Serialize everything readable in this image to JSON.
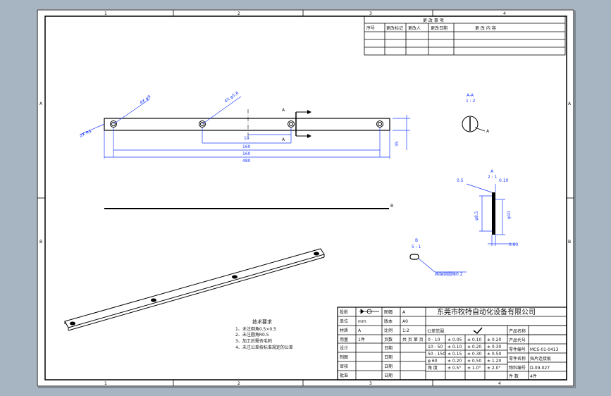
{
  "border": {
    "top_zones": [
      "1",
      "2",
      "3",
      "4"
    ],
    "bottom_zones": [
      "1",
      "2",
      "3",
      "4"
    ],
    "left_zones": [
      "A",
      "B"
    ],
    "right_zones": [
      "A",
      "B"
    ]
  },
  "revision_table": {
    "title": "更 改 事 项",
    "headers": [
      "序号",
      "更改标记",
      "更改人",
      "更改日期",
      "更 改 内 容"
    ]
  },
  "views": {
    "section_label": "A",
    "dims": {
      "d_hole1": "4X φ9",
      "d_hole2": "4X φ5.6",
      "d_edge": "2X R4",
      "d_10": "10",
      "d_160a": "160",
      "d_160b": "160",
      "d_480": "480",
      "d_h": "35",
      "d_0_5": "0.5",
      "d_0_10": "0.10",
      "d_0_60": "0.60",
      "d_dia": "φ8.5",
      "d_phi": "φ10"
    },
    "section_a": {
      "label": "A-A",
      "scale": "1 : 2",
      "leader": "A"
    },
    "detail_a": {
      "label": "A",
      "scale": "2 : 1"
    },
    "detail_b": {
      "label": "B",
      "scale": "5 : 1",
      "note": "两端倒圆角0.2"
    },
    "section_b_marker": "B"
  },
  "tech_req": {
    "title": "技术要求",
    "items": [
      "1、未注倒角0.5×0.5",
      "2、未注圆角R0.5",
      "3、加工后需去毛刺",
      "4、未注公差按标准规定的公差"
    ]
  },
  "title_block": {
    "company": "东莞市牧特自动化设备有限公司",
    "rows": [
      [
        "投影",
        "",
        "图幅",
        "A"
      ],
      [
        "单位",
        "mm",
        "版本",
        "A0"
      ],
      [
        "材质",
        "A",
        "比例",
        "1:2"
      ],
      [
        "用量",
        "1件",
        "页数",
        "共 页 第 页"
      ],
      [
        "设计",
        "",
        "日期",
        ""
      ],
      [
        "制图",
        "",
        "日期",
        ""
      ],
      [
        "审核",
        "",
        "日期",
        ""
      ],
      [
        "批准",
        "",
        "日期",
        ""
      ]
    ],
    "tolerance_header": "公差范围",
    "tolerance": [
      [
        "0 - 10",
        "± 0.05",
        "± 0.10",
        "± 0.20"
      ],
      [
        "10 - 50",
        "± 0.10",
        "± 0.20",
        "± 0.30"
      ],
      [
        "50 - 150",
        "± 0.15",
        "± 0.30",
        "± 0.50"
      ],
      [
        "φ 60",
        "± 0.20",
        "± 0.50",
        "± 1.20"
      ],
      [
        "角 度",
        "± 0.5°",
        "± 1.0°",
        "± 2.0°"
      ]
    ],
    "right_labels": [
      "产品名称",
      "产品代号",
      "零件编号",
      "零件名称",
      "物料编号",
      "件 数"
    ],
    "right_values": [
      "",
      "",
      "MCS-01-0413",
      "挡片连接板",
      "D-09-027",
      "4件"
    ]
  }
}
